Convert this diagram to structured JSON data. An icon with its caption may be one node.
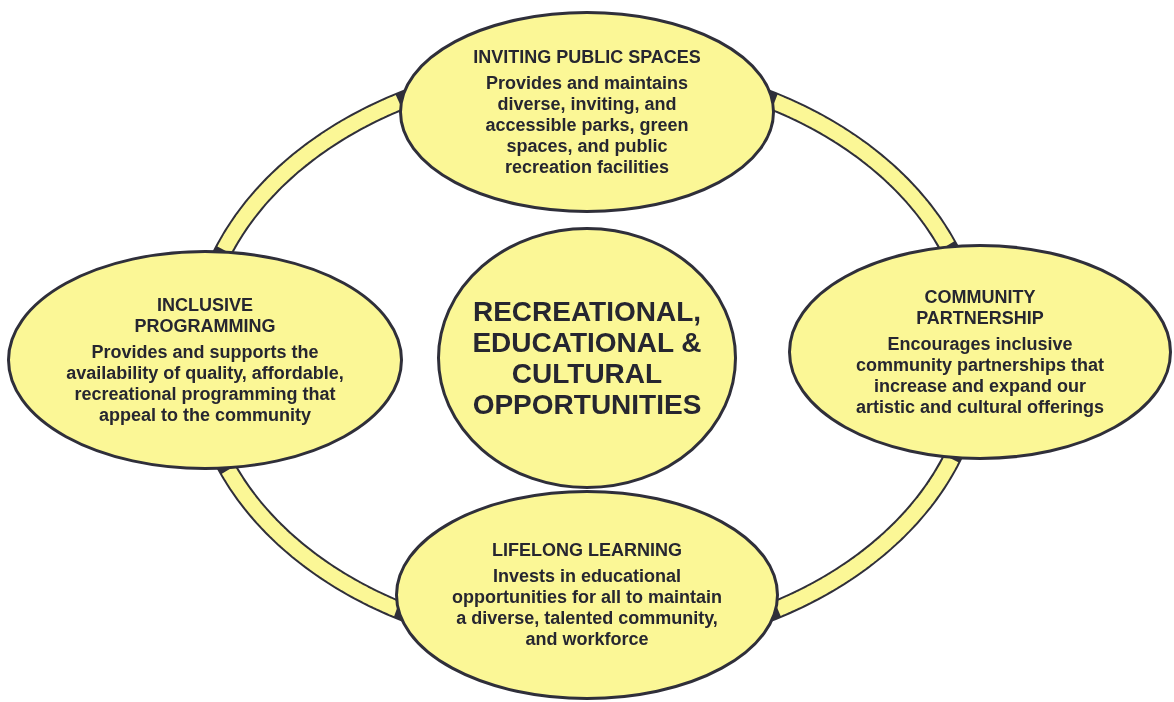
{
  "diagram": {
    "nodes": [
      {
        "text": [
          "INVITING PUBLIC SPACES",
          "Provides and maintains diverse, inviting, and accessible parks, green spaces, and public recreation facilities"
        ]
      },
      {
        "text": [
          "INCLUSIVE PROGRAMMING",
          "Provides and supports the availability of quality, affordable, recreational programming that appeal to the community"
        ]
      },
      {
        "text": [
          "RECREATIONAL, EDUCATIONAL & CULTURAL OPPORTUNITIES"
        ]
      },
      {
        "text": [
          "COMMUNITY PARTNERSHIP",
          "Encourages inclusive community partnerships that increase and expand our artistic and cultural offerings"
        ]
      },
      {
        "text": [
          "LIFELONG LEARNING",
          "Invests in educational opportunities for all to maintain a diverse, talented community, and workforce"
        ]
      }
    ],
    "edges": [
      {
        "from": 0,
        "to": 1,
        "arrow": "none"
      },
      {
        "from": 0,
        "to": 3,
        "arrow": "none"
      },
      {
        "from": 1,
        "to": 4,
        "arrow": "none"
      },
      {
        "from": 3,
        "to": 4,
        "arrow": "none"
      }
    ]
  }
}
